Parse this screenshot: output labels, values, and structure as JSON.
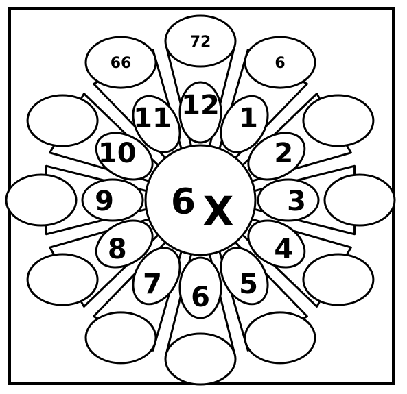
{
  "worksheet": {
    "center": {
      "factor": "6",
      "operator": "X"
    },
    "multipliers": [
      "1",
      "2",
      "3",
      "4",
      "5",
      "6",
      "7",
      "8",
      "9",
      "10",
      "11",
      "12"
    ],
    "answers": [
      "6",
      "",
      "",
      "",
      "",
      "",
      "",
      "",
      "",
      "",
      "66",
      "72"
    ],
    "colors": {
      "stroke": "#000000",
      "fill": "#ffffff",
      "background": "#ffffff"
    }
  }
}
